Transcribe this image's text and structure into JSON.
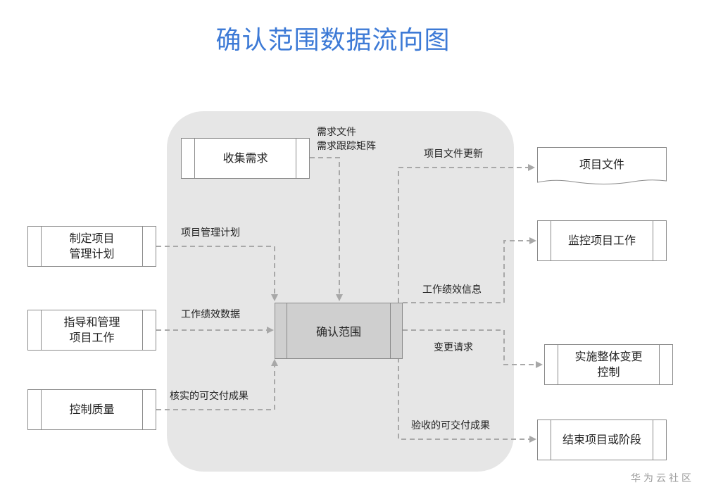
{
  "title": "确认范围数据流向图",
  "nodes": {
    "collect_requirements": "收集需求",
    "plan_scope_line1": "制定项目",
    "plan_scope_line2": "管理计划",
    "direct_work_line1": "指导和管理",
    "direct_work_line2": "项目工作",
    "control_quality": "控制质量",
    "validate_scope": "确认范围",
    "project_documents": "项目文件",
    "monitor_work": "监控项目工作",
    "integrated_change_line1": "实施整体变更",
    "integrated_change_line2": "控制",
    "close_project": "结束项目或阶段"
  },
  "flows": {
    "requirements_docs_line1": "需求文件",
    "requirements_docs_line2": "需求跟踪矩阵",
    "pm_plan": "项目管理计划",
    "work_performance_data": "工作绩效数据",
    "verified_deliverables": "核实的可交付成果",
    "doc_updates": "项目文件更新",
    "work_performance_info": "工作绩效信息",
    "change_requests": "变更请求",
    "accepted_deliverables": "验收的可交付成果"
  },
  "watermark": "华为云社区",
  "colors": {
    "title": "#3d7ad6",
    "scope_bg": "#e6e6e6",
    "process_fill": "#cfcfcf",
    "arrow": "#a8a8a8"
  }
}
